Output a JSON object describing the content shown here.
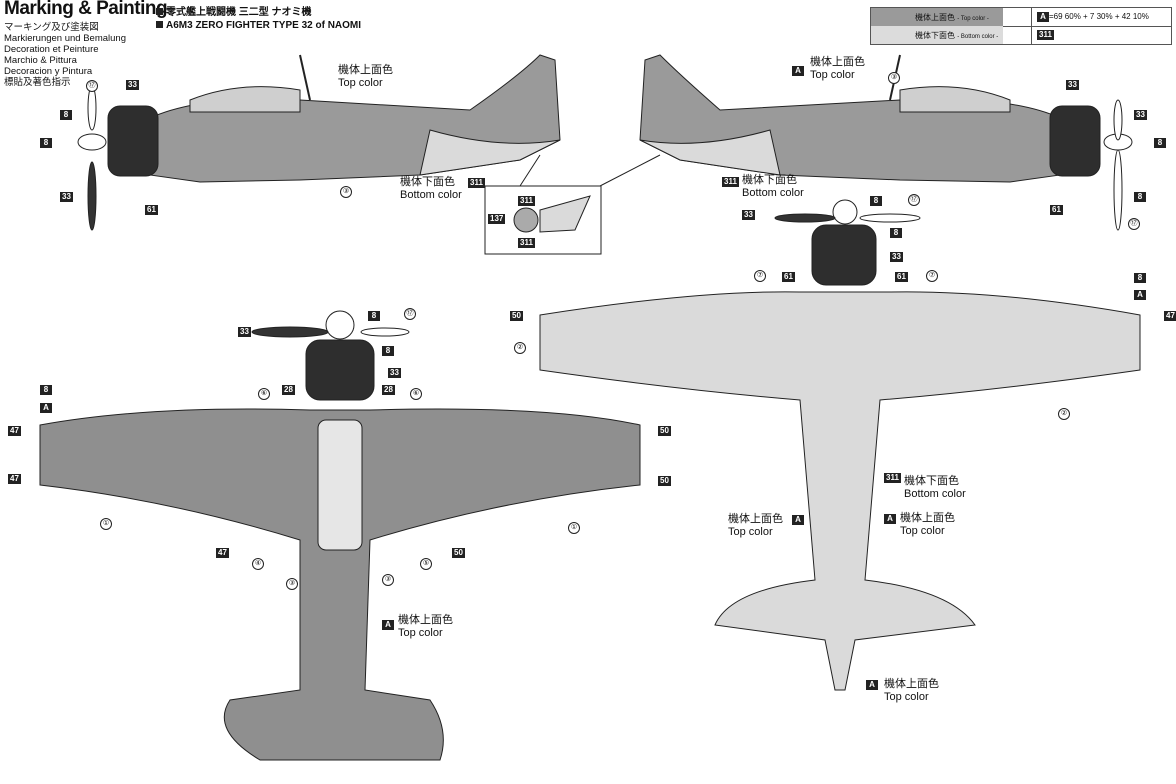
{
  "title": "Marking & Painting",
  "languages": [
    "マーキング及び塗装図",
    "Markierungen und Bemalung",
    "Decoration et Peinture",
    "Marchio & Pittura",
    "Decoracion y Pintura",
    "標貼及著色指示"
  ],
  "header": {
    "line1": "零式艦上戦闘機 三二型 ナオミ機",
    "line2": "A6M3 ZERO FIGHTER TYPE 32 of NAOMI"
  },
  "color_table": {
    "top": {
      "label": "機体上面色",
      "sub": "- Top color -",
      "code": "A",
      "mix": "=69 60% + 7 30% + 42 10%"
    },
    "bottom": {
      "label": "機体下面色",
      "sub": "- Bottom color -",
      "code": "311"
    }
  },
  "labels": {
    "top_jp": "機体上面色",
    "top_en": "Top color",
    "bottom_jp": "機体下面色",
    "bottom_en": "Bottom color"
  },
  "codes": {
    "c33": "33",
    "c8": "8",
    "c17": "⑰",
    "c61": "61",
    "c311": "311",
    "c137": "137",
    "cA": "A",
    "c47": "47",
    "c50": "50",
    "c28": "28",
    "c3": "③",
    "c1": "①",
    "c2": "②",
    "c4": "④",
    "c5": "⑤",
    "c6": "⑥",
    "c7": "⑦"
  },
  "colors": {
    "top": "#8f8f8f",
    "bottom": "#d9d9d9",
    "cowl": "#2e2e2e"
  }
}
